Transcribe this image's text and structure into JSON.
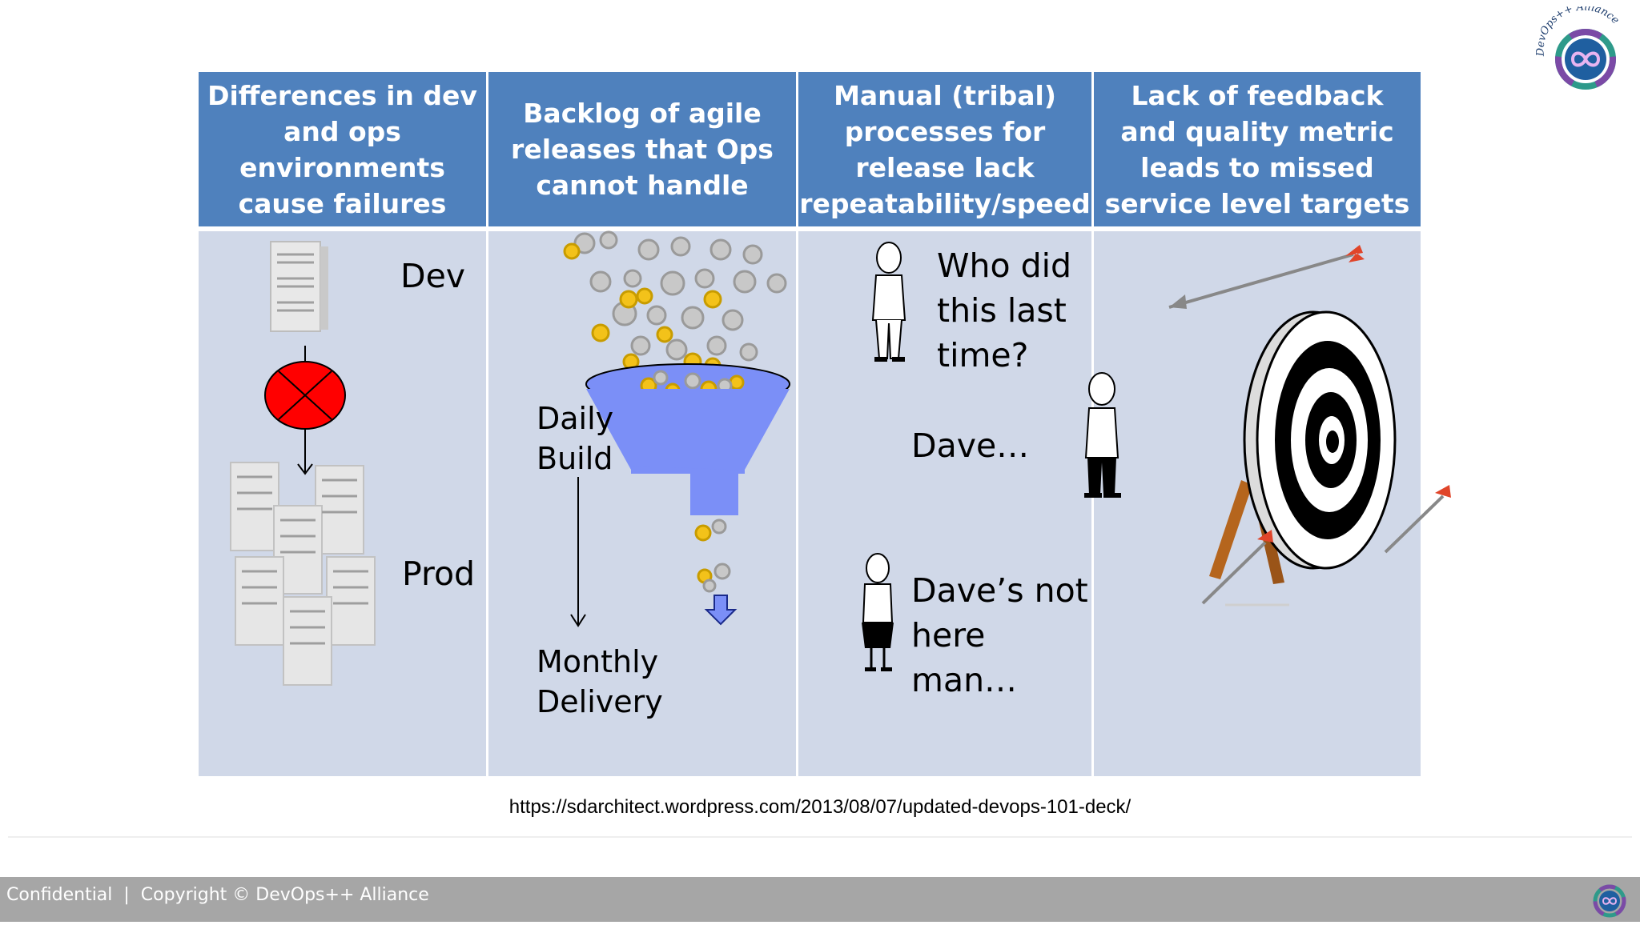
{
  "slide": {
    "headers": [
      "Differences in dev and ops environments cause failures",
      "Backlog of agile releases that Ops cannot handle",
      "Manual (tribal) processes for release lack repeatability/speed",
      "Lack of feedback and quality metric leads to missed service level targets"
    ],
    "col1": {
      "dev_label": "Dev",
      "prod_label": "Prod"
    },
    "col2": {
      "daily_build": "Daily Build",
      "monthly_delivery": "Monthly Delivery"
    },
    "col3": {
      "question": "Who did this last time?",
      "answer": "Dave…",
      "reply": "Dave’s not here man…"
    },
    "source_url": "https://sdarchitect.wordpress.com/2013/08/07/updated-devops-101-deck/"
  },
  "logo": {
    "text": "DevOps++ Alliance"
  },
  "footer": {
    "text": "Confidential  |  Copyright © DevOps++ Alliance"
  },
  "colors": {
    "header_blue": "#4f81bd",
    "cell_bg": "#d0d8e8",
    "footer_gray": "#a6a6a6",
    "funnel": "#7b8ff7"
  }
}
